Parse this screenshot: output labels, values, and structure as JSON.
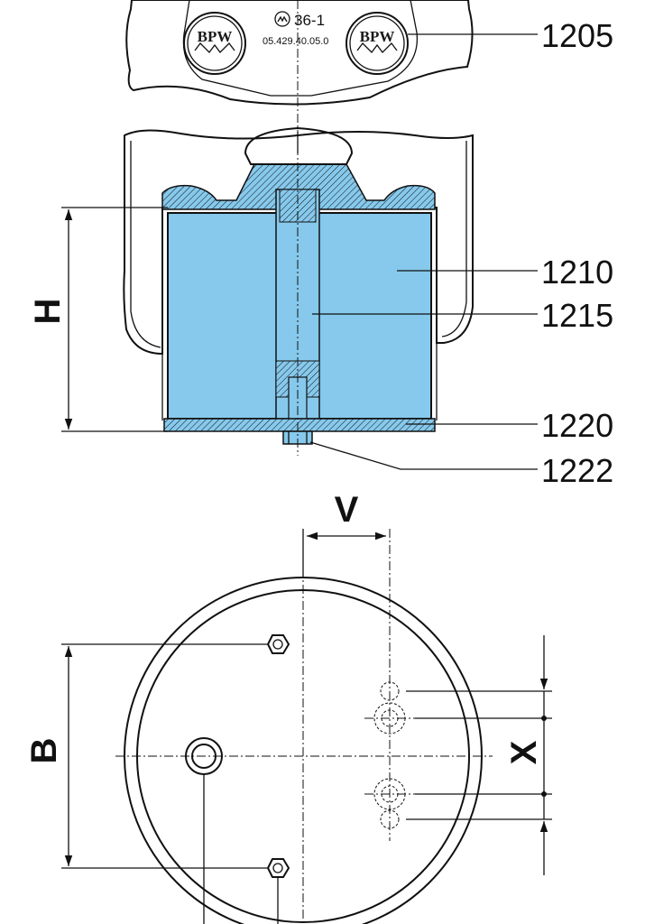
{
  "colors": {
    "part_fill": "#86c9ec",
    "line": "#111111",
    "background": "#ffffff"
  },
  "bellows_marking": {
    "logo": "BPW",
    "code": "36-1",
    "part_number": "05.429.40.05.0"
  },
  "part_labels": [
    "1205",
    "1210",
    "1215",
    "1220",
    "1222"
  ],
  "dimensions": {
    "height": "H",
    "offset": "V",
    "bolt_spacing": "B",
    "hole_spacing": "X"
  }
}
